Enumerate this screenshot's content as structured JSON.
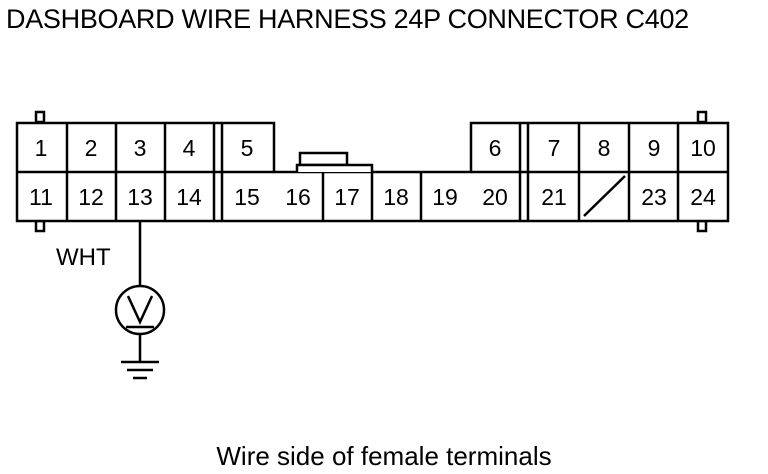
{
  "title": "DASHBOARD WIRE HARNESS 24P CONNECTOR C402",
  "caption": "Wire side of female terminals",
  "connector": {
    "top_row": [
      "1",
      "2",
      "3",
      "4",
      "5",
      "6",
      "7",
      "8",
      "9",
      "10"
    ],
    "bottom_row": [
      "11",
      "12",
      "13",
      "14",
      "15",
      "16",
      "17",
      "18",
      "19",
      "20",
      "21",
      "",
      "23",
      "24"
    ],
    "empty_terminal_note": "terminal 22 shown blank with diagonal slash"
  },
  "probe": {
    "terminal": "13",
    "wire_color": "WHT",
    "meter": "voltmeter-icon",
    "ground": "ground-icon"
  }
}
